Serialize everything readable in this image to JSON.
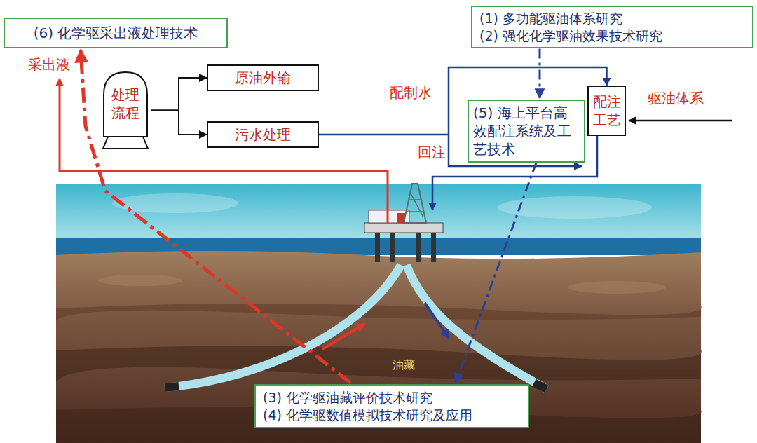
{
  "diagram": {
    "nodes": [
      {
        "text": [
          "(6) 化学驱采出液处理技术"
        ]
      },
      {
        "text": [
          "(1) 多功能驱油体系研究",
          "(2) 强化化学驱油效果技术研究"
        ]
      },
      {
        "text": [
          "处理流程"
        ]
      },
      {
        "text": [
          "原油外输"
        ]
      },
      {
        "text": [
          "污水处理"
        ]
      },
      {
        "text": [
          "(5) 海上平台高效配注系统及工艺技术"
        ]
      },
      {
        "text": [
          "配注工艺"
        ]
      },
      {
        "text": [
          "(3) 化学驱油藏评价技术研究",
          "(4) 化学驱数值模拟技术研究及应用"
        ]
      }
    ],
    "edges": [
      {
        "from": 2,
        "to": 3,
        "arrow": "to"
      },
      {
        "from": 2,
        "to": 4,
        "arrow": "to"
      },
      {
        "from": 4,
        "to": 6,
        "arrow": "to"
      },
      {
        "from": 7,
        "to": 0,
        "arrow": "to"
      },
      {
        "from": 1,
        "to": 5,
        "arrow": "to"
      },
      {
        "from": 5,
        "to": 7,
        "arrow": "to"
      }
    ],
    "labels": [
      "采出液",
      "配制水",
      "回注",
      "驱油体系",
      "油藏"
    ]
  }
}
